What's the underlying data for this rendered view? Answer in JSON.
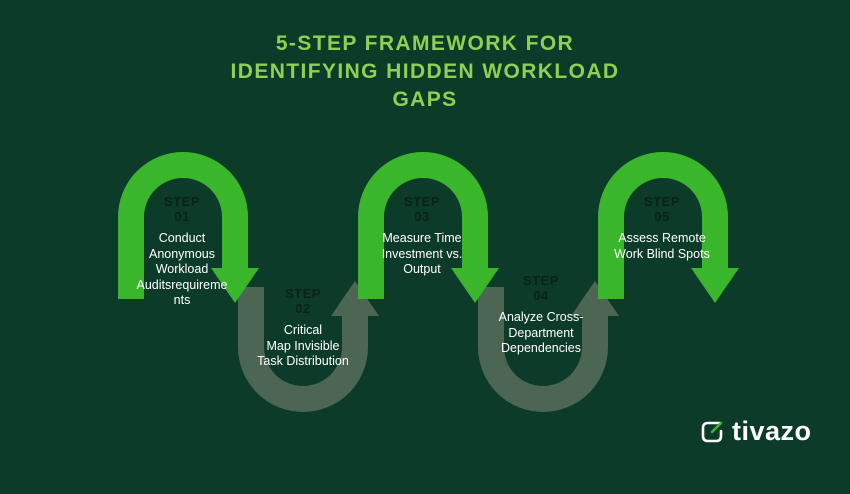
{
  "title": "5-STEP FRAMEWORK FOR\nIDENTIFYING HIDDEN WORKLOAD\nGAPS",
  "steps": [
    {
      "label": "STEP",
      "number": "01",
      "description": "Conduct\nAnonymous\nWorkload\nAuditsrequireme\nnts"
    },
    {
      "label": "STEP",
      "number": "02",
      "description": "Critical\nMap Invisible\nTask Distribution"
    },
    {
      "label": "STEP",
      "number": "03",
      "description": "Measure Time\nInvestment vs.\nOutput"
    },
    {
      "label": "STEP",
      "number": "04",
      "description": "Analyze Cross-\nDepartment\nDependencies"
    },
    {
      "label": "STEP",
      "number": "05",
      "description": "Assess Remote\nWork Blind Spots"
    }
  ],
  "logo": {
    "text": "tivazo",
    "icon": "tivazo-clock-icon"
  },
  "colors": {
    "background": "#0d3b2a",
    "title_green": "#8ed052",
    "arc_bright_green": "#3ab62c",
    "arc_muted_green": "#4d6654",
    "step_label_dark": "#0a2316",
    "description_white": "#ffffff",
    "logo_white": "#ffffff"
  }
}
